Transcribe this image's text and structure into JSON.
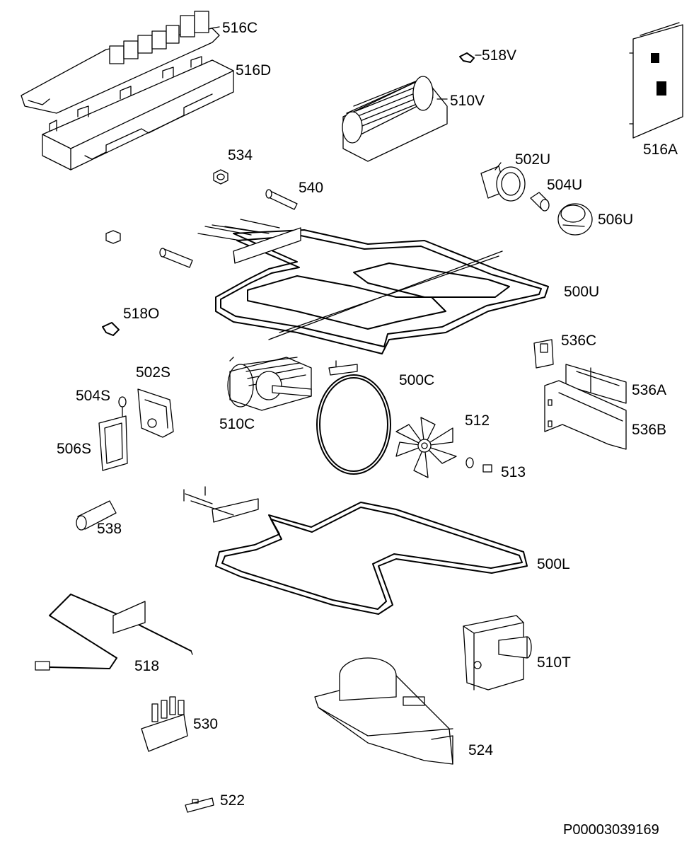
{
  "diagram": {
    "parts": [
      {
        "id": "516C",
        "label": "516C"
      },
      {
        "id": "516D",
        "label": "516D"
      },
      {
        "id": "518V",
        "label": "518V"
      },
      {
        "id": "510V",
        "label": "510V"
      },
      {
        "id": "516A",
        "label": "516A"
      },
      {
        "id": "534",
        "label": "534"
      },
      {
        "id": "540",
        "label": "540"
      },
      {
        "id": "502U",
        "label": "502U"
      },
      {
        "id": "504U",
        "label": "504U"
      },
      {
        "id": "506U",
        "label": "506U"
      },
      {
        "id": "500U",
        "label": "500U"
      },
      {
        "id": "518O",
        "label": "518O"
      },
      {
        "id": "536C",
        "label": "536C"
      },
      {
        "id": "502S",
        "label": "502S"
      },
      {
        "id": "500C",
        "label": "500C"
      },
      {
        "id": "504S",
        "label": "504S"
      },
      {
        "id": "536A",
        "label": "536A"
      },
      {
        "id": "512",
        "label": "512"
      },
      {
        "id": "510C",
        "label": "510C"
      },
      {
        "id": "506S",
        "label": "506S"
      },
      {
        "id": "536B",
        "label": "536B"
      },
      {
        "id": "513",
        "label": "513"
      },
      {
        "id": "538",
        "label": "538"
      },
      {
        "id": "500L",
        "label": "500L"
      },
      {
        "id": "510T",
        "label": "510T"
      },
      {
        "id": "518",
        "label": "518"
      },
      {
        "id": "530",
        "label": "530"
      },
      {
        "id": "524",
        "label": "524"
      },
      {
        "id": "522",
        "label": "522"
      }
    ],
    "document_id": "P00003039169"
  }
}
